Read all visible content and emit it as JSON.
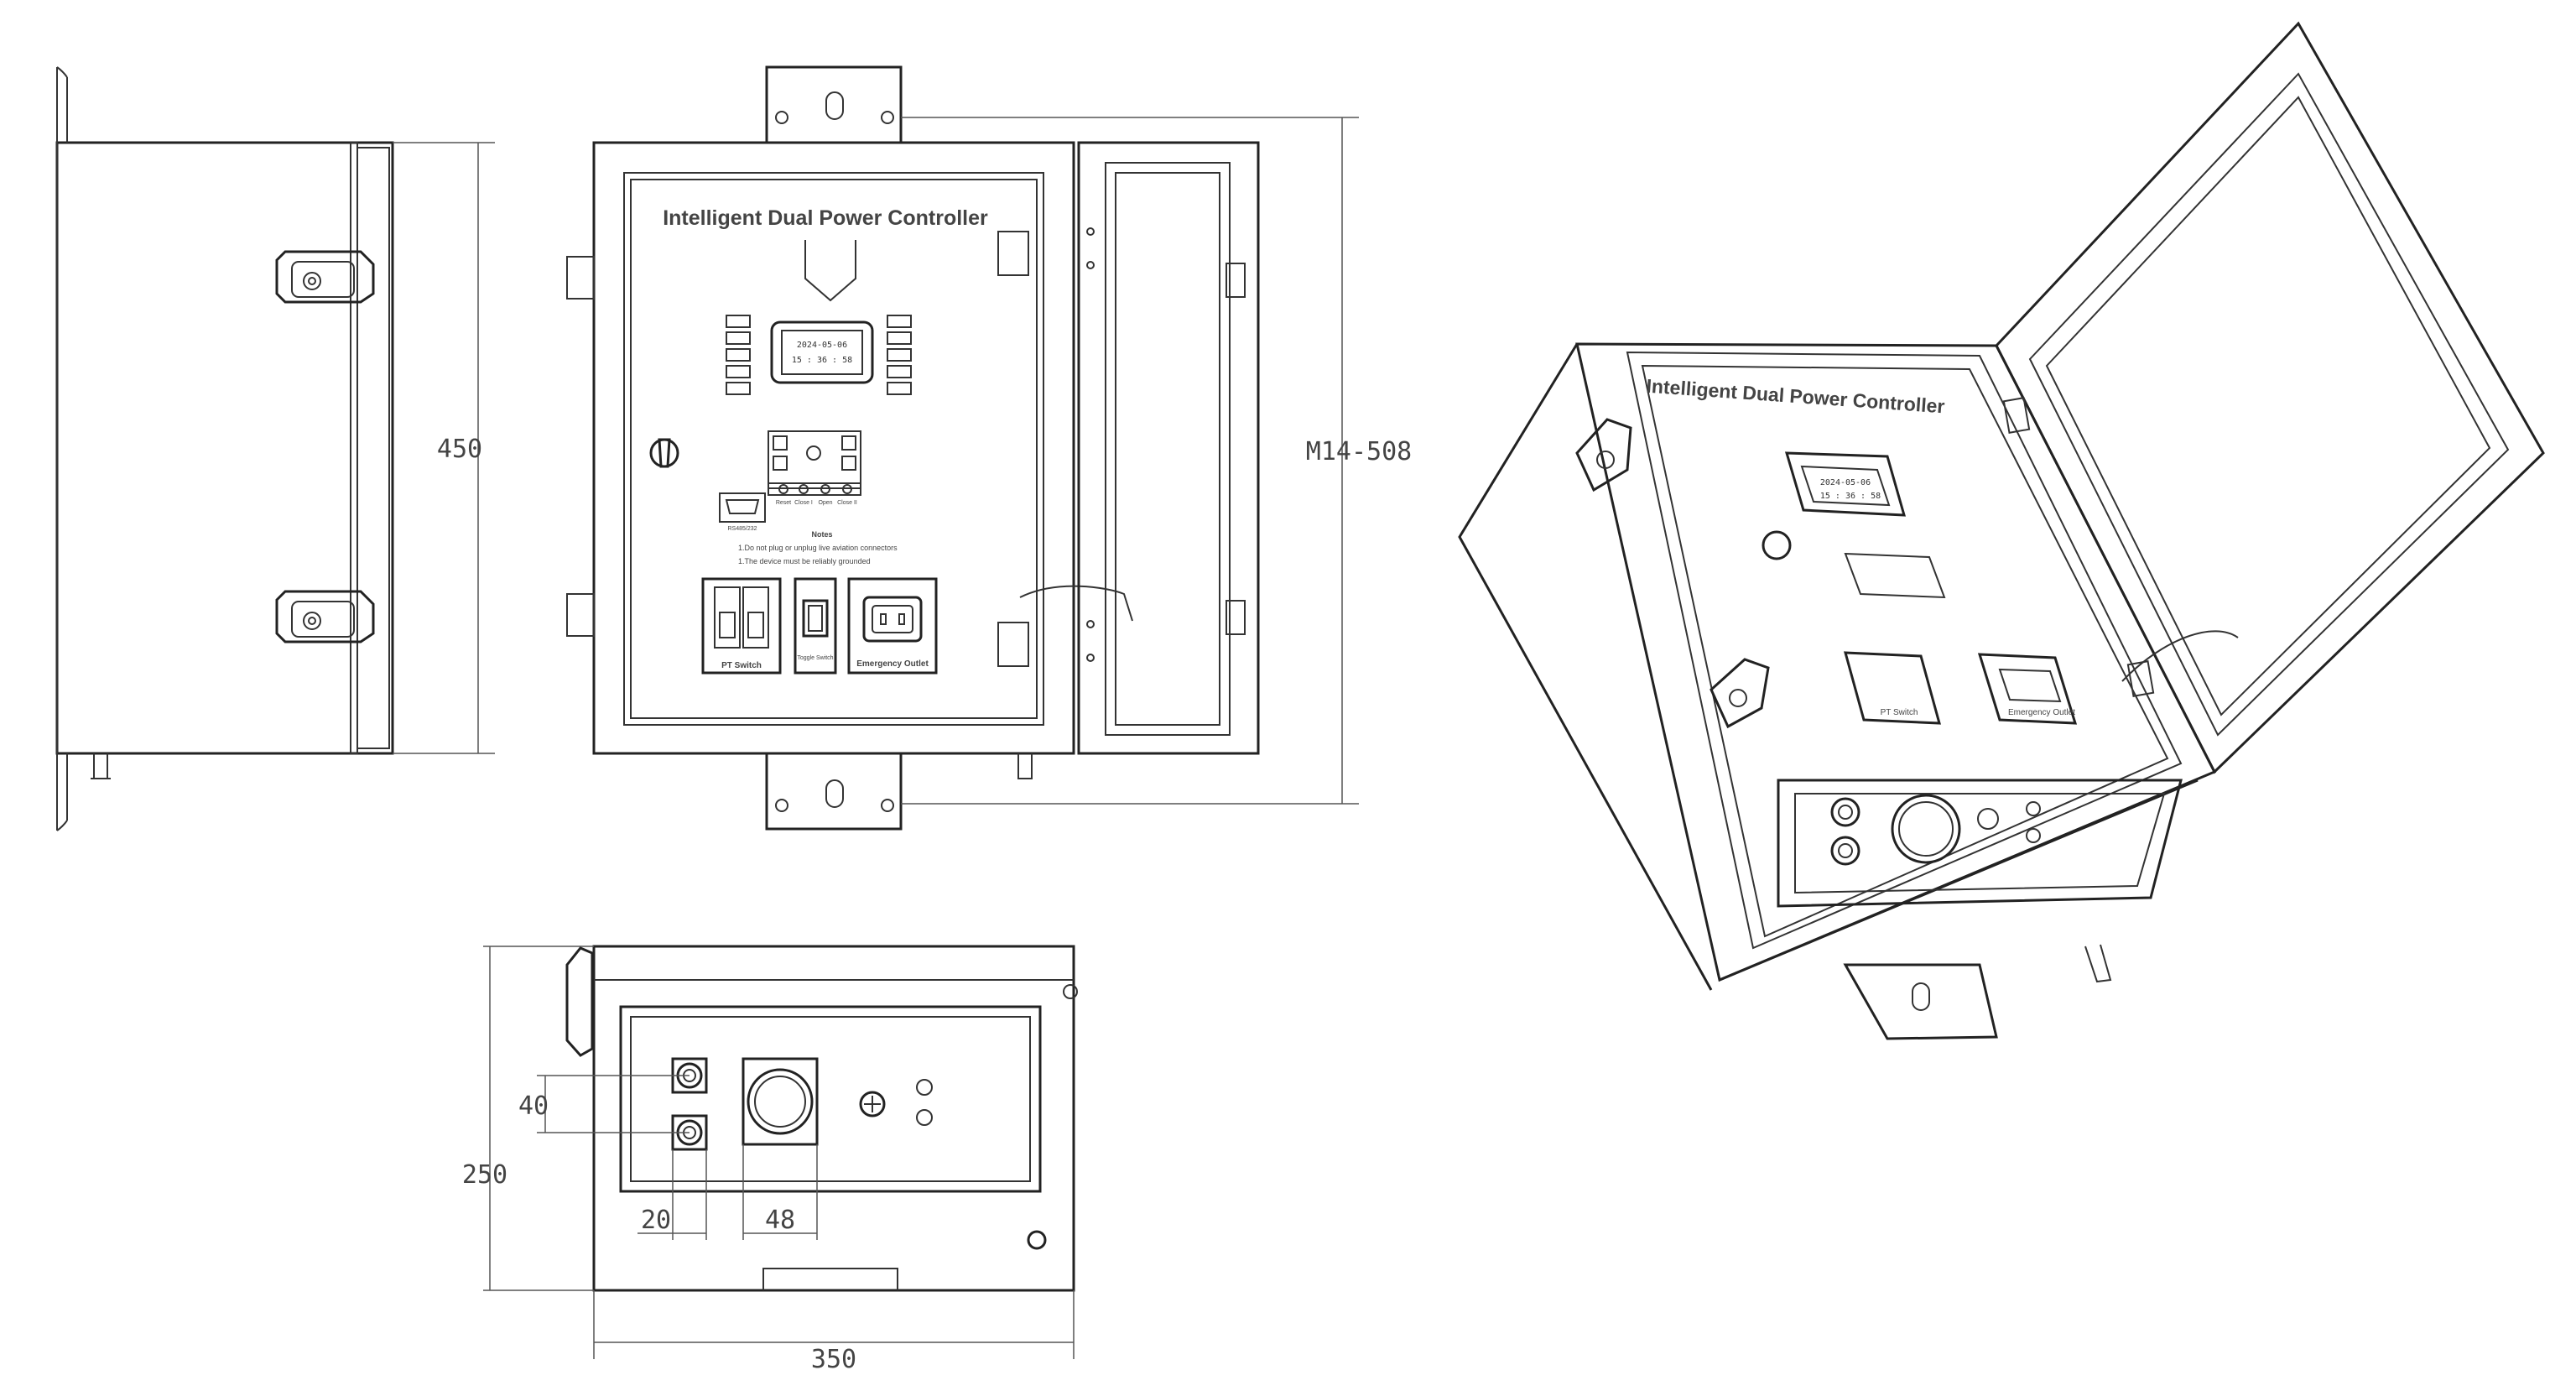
{
  "panel": {
    "title": "Intelligent Dual Power Controller",
    "lcd_date": "2024-05-06",
    "lcd_time": "15 : 36 : 58",
    "serial_port_label": "RS485/232",
    "button_labels": [
      "Reset",
      "Close I",
      "Open",
      "Close II"
    ],
    "notes_heading": "Notes",
    "notes": [
      "1.Do not plug or unplug live aviation connectors",
      "1.The device must be reliably grounded"
    ],
    "pt_switch_label": "PT Switch",
    "toggle_switch_label": "Toggle Switch",
    "emergency_outlet_label": "Emergency Outlet"
  },
  "iso_panel": {
    "title": "Intelligent Dual Power Controller",
    "lcd_date": "2024-05-06",
    "lcd_time": "15 : 36 : 58",
    "pt_switch_label": "PT Switch",
    "emergency_outlet_label": "Emergency Outlet"
  },
  "dimensions": {
    "height": "450",
    "mounting": "M14-508",
    "depth": "250",
    "width": "350",
    "connector_pitch": "40",
    "connector_offset": "20",
    "socket_width": "48"
  },
  "colors": {
    "line": "#222222",
    "dimension": "#555555",
    "background": "#ffffff"
  },
  "icons": [
    "door-latch-icon",
    "hinge-icon",
    "mounting-bracket-icon",
    "earth-ground-icon",
    "key-lock-icon",
    "power-socket-icon"
  ]
}
